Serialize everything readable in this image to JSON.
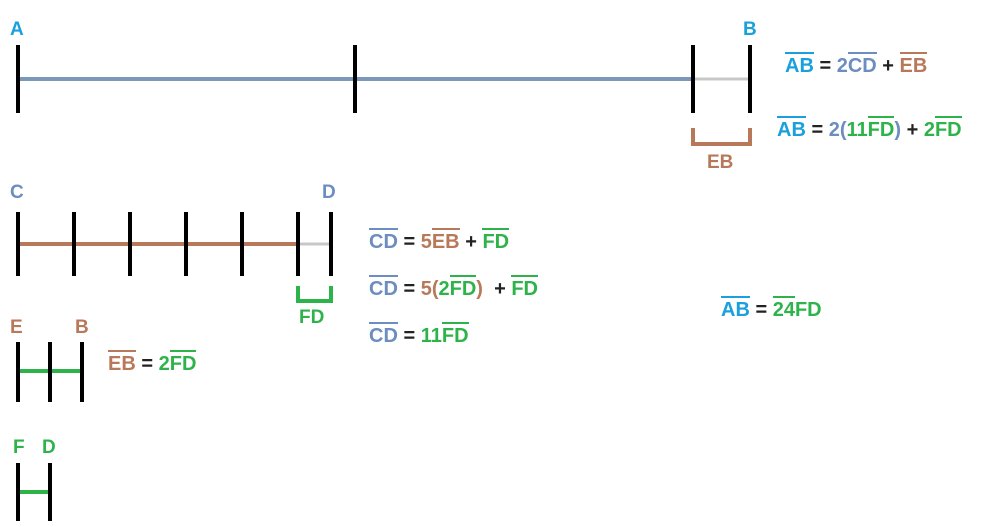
{
  "colors": {
    "ab_blue": "#1AA0DC",
    "cd_steel": "#6C8DBF",
    "eb_brown": "#B7795A",
    "fd_green": "#2DB34A",
    "ab_line": "#7C97B8",
    "tail_gray": "#C8C8C8",
    "tick": "#000000"
  },
  "segments": {
    "ab": {
      "left_label": "A",
      "right_label": "B"
    },
    "cd": {
      "left_label": "C",
      "right_label": "D"
    },
    "eb": {
      "left_label": "E",
      "right_label": "B"
    },
    "fd": {
      "left_label": "F",
      "right_label": "D"
    }
  },
  "brackets": {
    "eb_label": "EB",
    "fd_label": "FD"
  },
  "equations": {
    "ab1": {
      "lhs": "AB",
      "eq": "=",
      "coef": "2",
      "term1": "CD",
      "plus": "+",
      "term2": "EB"
    },
    "ab2": {
      "lhs": "AB",
      "eq": "=",
      "coef": "2",
      "open": "(",
      "inner_coef": "11",
      "inner_term": "FD",
      "close": ")",
      "plus": "+",
      "coef2": "2",
      "term2": "FD"
    },
    "cd1": {
      "lhs": "CD",
      "eq": "=",
      "coef": "5",
      "term1": "EB",
      "plus": "+",
      "term2": "FD"
    },
    "cd2": {
      "lhs": "CD",
      "eq": "=",
      "coef": "5",
      "open": "(",
      "inner_coef": "2",
      "inner_term": "FD",
      "close": ")",
      "plus": "+",
      "term2": "FD"
    },
    "cd3": {
      "lhs": "CD",
      "eq": "=",
      "coef": "11",
      "term": "FD"
    },
    "eb1": {
      "lhs": "EB",
      "eq": "=",
      "coef": "2",
      "term": "FD"
    },
    "ab3": {
      "lhs": "AB",
      "eq": "=",
      "coef": "24",
      "term": "FD"
    }
  }
}
